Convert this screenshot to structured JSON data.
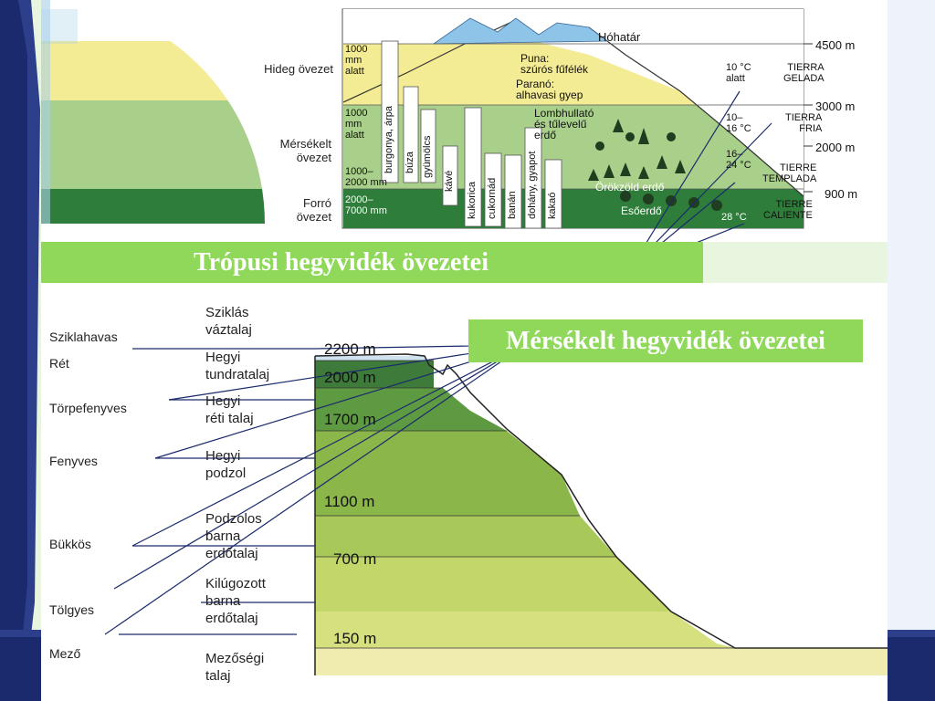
{
  "slide": {
    "tropical_title": "Trópusi hegyvidék övezetei",
    "temperate_title": "Mérsékelt hegyvidék övezetei"
  },
  "tropical_diagram": {
    "zones_left": [
      {
        "label": "Hideg övezet"
      },
      {
        "label": "Mérsékelt\növezet"
      },
      {
        "label": "Forró\növezet"
      }
    ],
    "precip": [
      {
        "label": "1000\nmm\nalatt"
      },
      {
        "label": "1000\nmm\nalatt"
      },
      {
        "label": "1000–\n2000 mm"
      },
      {
        "label": "2000–\n7000 mm"
      }
    ],
    "crops": [
      "burgonya, árpa",
      "búza",
      "gyümölcs",
      "kávé",
      "kukorica",
      "cukornád",
      "banán",
      "dohány, gyapot",
      "kakaó"
    ],
    "snowline": "Hóhatár",
    "vegetation": [
      {
        "label": "Puna:\nszúrós fűfélék"
      },
      {
        "label": "Paranó:\nalhavasi gyep"
      },
      {
        "label": "Lombhullató\nés tűlevelű\nerdő"
      },
      {
        "label": "Örökzöld erdő"
      },
      {
        "label": "Esőerdő"
      }
    ],
    "temps": [
      {
        "label": "10 °C\nalatt"
      },
      {
        "label": "10–\n16 °C"
      },
      {
        "label": "16–\n24 °C"
      },
      {
        "label": "28 °C"
      }
    ],
    "tierra": [
      {
        "label": "TIERRA\nGELADA"
      },
      {
        "label": "TIERRA\nFRIA"
      },
      {
        "label": "TIERRE\nTEMPLADA"
      },
      {
        "label": "TIERRE\nCALIENTE"
      }
    ],
    "altitudes": [
      "4500 m",
      "3000 m",
      "2000 m",
      "900 m"
    ]
  },
  "temperate_diagram": {
    "vegetation": [
      "Sziklahavas",
      "Rét",
      "Törpefenyves",
      "Fenyves",
      "Bükkös",
      "Tölgyes",
      "Mező"
    ],
    "soils": [
      "Sziklás\nváztalaj",
      "Hegyi\ntundratalaj",
      "Hegyi\nréti talaj",
      "Hegyi\npodzol",
      "Podzolos\nbarna\nerdőtalaj",
      "Kilúgozott\nbarna\nerdőtalaj",
      "Mezőségi\ntalaj"
    ],
    "elevations": [
      "2200 m",
      "2000 m",
      "1700 m",
      "1100 m",
      "700 m",
      "150 m"
    ]
  },
  "colors": {
    "banner": "#8fd85a",
    "background": "#e8f6e0",
    "dark_blue": "#1a2a6c",
    "cold_zone": "#f4ec94",
    "temperate_zone": "#a9d08a",
    "hot_zone": "#2f7d3a"
  }
}
